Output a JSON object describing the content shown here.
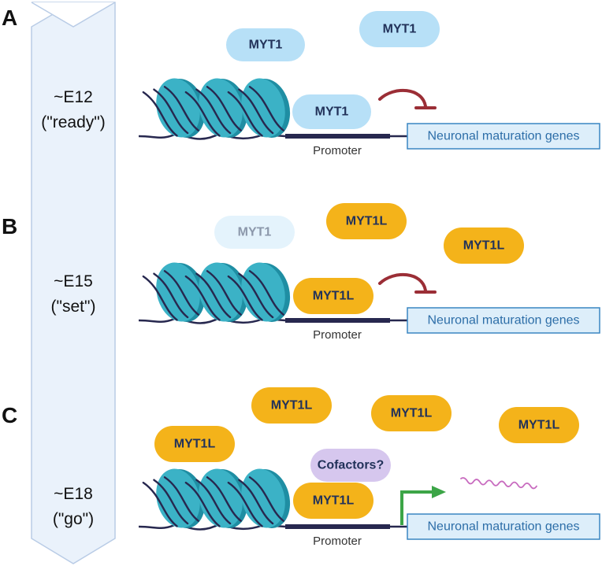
{
  "colors": {
    "myt1": "#b7e0f7",
    "myt1_faded": "#e4f3fc",
    "myt1l": "#f4b31a",
    "cofactor": "#d6c7ee",
    "label_dark": "#22325a",
    "label_faded": "#8c98ab",
    "nucleosome": "#3bb2c6",
    "nucleosome_dark": "#1f8ea3",
    "dna": "#27284f",
    "repress": "#9b2e36",
    "activate": "#3ca547",
    "gene_fill": "#ddeefa",
    "gene_stroke": "#3a86c2",
    "gene_text": "#2d6ea8",
    "timeline_fill": "#eaf2fb",
    "timeline_stroke": "#b9cce6",
    "transcript": "#c86bbf"
  },
  "panels": [
    {
      "letter": "A",
      "stage_line1": "~E12",
      "stage_line2": "(\"ready\")",
      "promoter_label": "Promoter",
      "gene_label": "Neuronal maturation genes",
      "arrow": "repress",
      "bound_factor": {
        "label": "MYT1",
        "kind": "myt1"
      },
      "free_factors": [
        {
          "label": "MYT1",
          "kind": "myt1"
        },
        {
          "label": "MYT1",
          "kind": "myt1"
        }
      ]
    },
    {
      "letter": "B",
      "stage_line1": "~E15",
      "stage_line2": "(\"set\")",
      "promoter_label": "Promoter",
      "gene_label": "Neuronal maturation genes",
      "arrow": "repress",
      "bound_factor": {
        "label": "MYT1L",
        "kind": "myt1l"
      },
      "free_factors": [
        {
          "label": "MYT1",
          "kind": "myt1_faded"
        },
        {
          "label": "MYT1L",
          "kind": "myt1l"
        },
        {
          "label": "MYT1L",
          "kind": "myt1l"
        }
      ]
    },
    {
      "letter": "C",
      "stage_line1": "~E18",
      "stage_line2": "(\"go\")",
      "promoter_label": "Promoter",
      "gene_label": "Neuronal maturation genes",
      "arrow": "activate",
      "bound_factor": {
        "label": "MYT1L",
        "kind": "myt1l"
      },
      "cofactor": {
        "label": "Cofactors?",
        "kind": "cofactor"
      },
      "free_factors": [
        {
          "label": "MYT1L",
          "kind": "myt1l"
        },
        {
          "label": "MYT1L",
          "kind": "myt1l"
        },
        {
          "label": "MYT1L",
          "kind": "myt1l"
        },
        {
          "label": "MYT1L",
          "kind": "myt1l"
        }
      ]
    }
  ]
}
